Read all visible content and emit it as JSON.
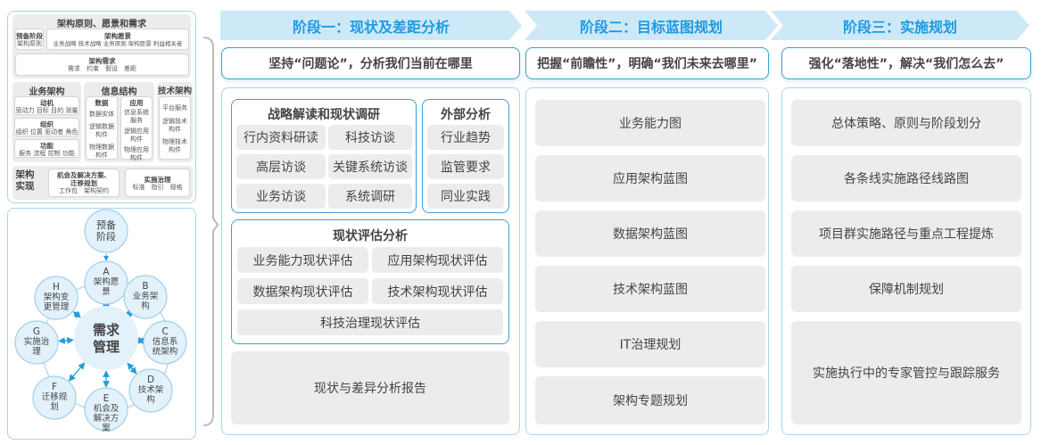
{
  "left_top": {
    "title": "架构原则、愿景和需求",
    "prep": {
      "title": "预备阶段",
      "items": "架构原则"
    },
    "vision": {
      "title": "架构愿景",
      "items": "业务战略 技术战略 业务原则 架构愿景 利益相关者"
    },
    "req": {
      "title": "架构需求",
      "items": "需求　约束　假设　差距"
    },
    "business": {
      "title": "业务架构",
      "blocks": [
        {
          "title": "动机",
          "items": "驱动力 目标 目的 测量"
        },
        {
          "title": "组织",
          "items": "组织 位置 驱动者 角色"
        },
        {
          "title": "功能",
          "items": "服务 流程 控制 功能"
        }
      ]
    },
    "info": {
      "title": "信息结构",
      "data": {
        "title": "数据",
        "items": [
          "数据实体",
          "逻辑数据构件",
          "物理数据构件"
        ]
      },
      "app": {
        "title": "应用",
        "items": [
          "信息系统服务",
          "逻辑应用构件",
          "物理应用构件"
        ]
      }
    },
    "tech": {
      "title": "技术架构",
      "items": [
        "平台服务",
        "逻辑技术构件",
        "物理技术构件"
      ]
    },
    "impl": {
      "title": "架构实现",
      "opp": {
        "title": "机会及解决方案、迁移规划",
        "items": "工作包　架构契约"
      },
      "gov": {
        "title": "实施治理",
        "items": "标准　指引　规格"
      }
    }
  },
  "cycle": {
    "center": "需求管理",
    "prep": "预备阶段",
    "nodes": [
      {
        "letter": "A",
        "label": "架构愿景"
      },
      {
        "letter": "B",
        "label": "业务架构"
      },
      {
        "letter": "C",
        "label": "信息系统架构"
      },
      {
        "letter": "D",
        "label": "技术架构"
      },
      {
        "letter": "E",
        "label": "机会及解决方案"
      },
      {
        "letter": "F",
        "label": "迁移规划"
      },
      {
        "letter": "G",
        "label": "实施治理"
      },
      {
        "letter": "H",
        "label": "架构变更管理"
      }
    ]
  },
  "stages": [
    {
      "title": "阶段一：现状及差距分析",
      "subtitle": "坚持“问题论”，分析我们当前在哪里",
      "strategy": {
        "title": "战略解读和现状调研",
        "items": [
          "行内资料研读",
          "科技访谈",
          "高层访谈",
          "关键系统访谈",
          "业务访谈",
          "系统调研"
        ]
      },
      "external": {
        "title": "外部分析",
        "items": [
          "行业趋势",
          "监管要求",
          "同业实践"
        ]
      },
      "assess": {
        "title": "现状评估分析",
        "items": [
          "业务能力现状评估",
          "应用架构现状评估",
          "数据架构现状评估",
          "技术架构现状评估",
          "科技治理现状评估"
        ]
      },
      "report": "现状与差异分析报告"
    },
    {
      "title": "阶段二：目标蓝图规划",
      "subtitle": "把握“前瞻性”，明确“我们未来去哪里”",
      "items": [
        "业务能力图",
        "应用架构蓝图",
        "数据架构蓝图",
        "技术架构蓝图",
        "IT治理规划",
        "架构专题规划"
      ]
    },
    {
      "title": "阶段三：实施规划",
      "subtitle": "强化“落地性”，解决“我们怎么去”",
      "items": [
        "总体策略、原则与阶段划分",
        "各条线实施路径线路图",
        "项目群实施路径与重点工程提炼",
        "保障机制规划",
        "实施执行中的专家管控与跟踪服务"
      ]
    }
  ],
  "colors": {
    "accent": "#3a9fd8",
    "header_bg": "#cde9f8",
    "header_text": "#1f9ae0",
    "box_gray": "#ececec"
  }
}
